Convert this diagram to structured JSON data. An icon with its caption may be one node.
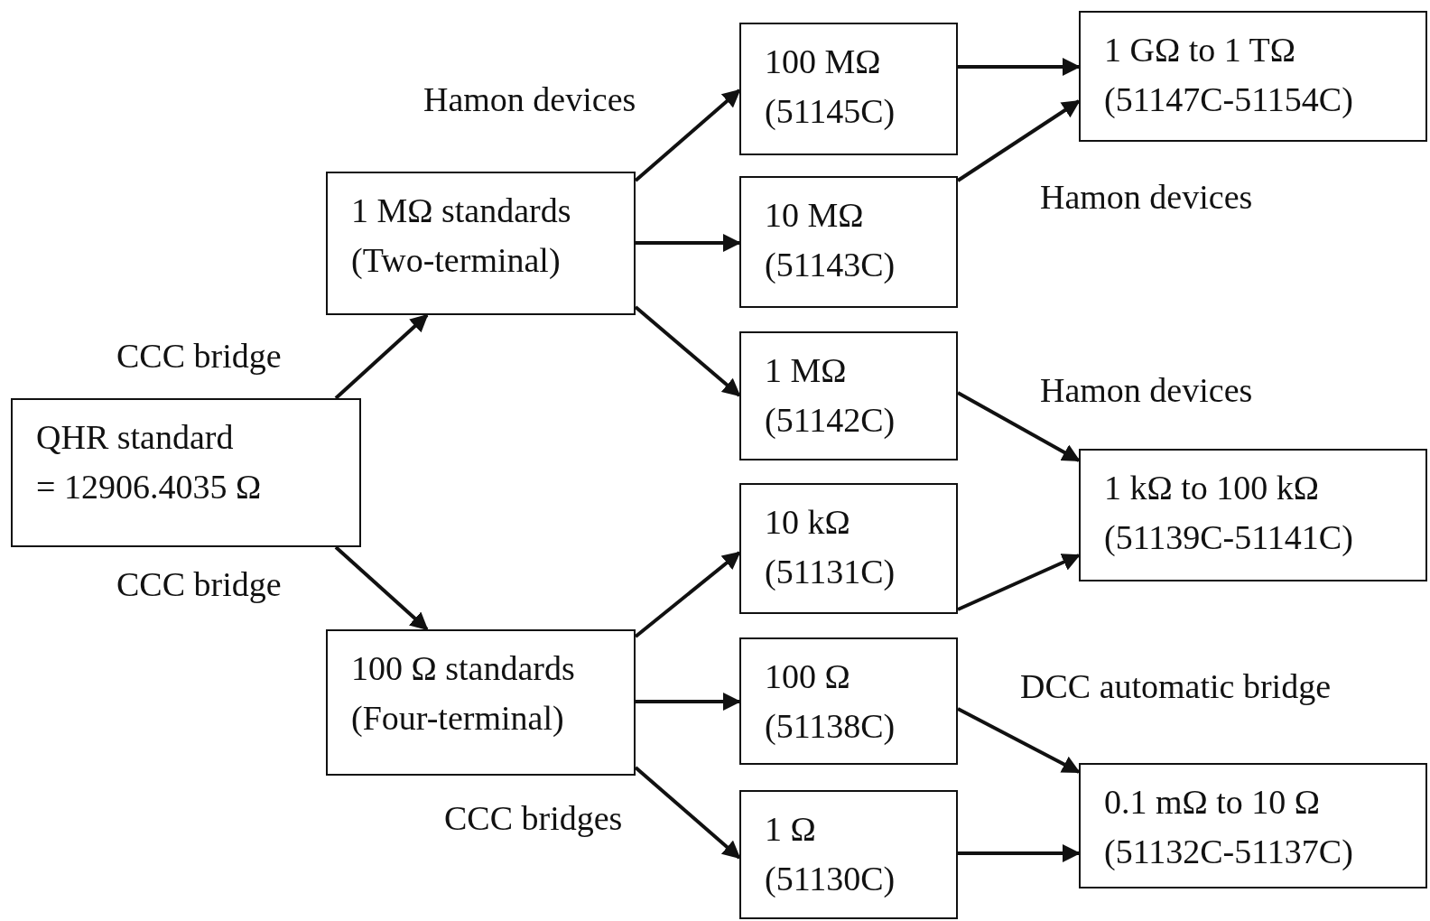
{
  "diagram": {
    "nodes": [
      {
        "text": [
          "QHR standard",
          "= 12906.4035 Ω"
        ]
      },
      {
        "text": [
          "1 MΩ standards",
          "(Two-terminal)"
        ]
      },
      {
        "text": [
          "100 Ω standards",
          "(Four-terminal)"
        ]
      },
      {
        "text": [
          "100 MΩ",
          "(51145C)"
        ]
      },
      {
        "text": [
          "10 MΩ",
          "(51143C)"
        ]
      },
      {
        "text": [
          "1 MΩ",
          "(51142C)"
        ]
      },
      {
        "text": [
          "10 kΩ",
          "(51131C)"
        ]
      },
      {
        "text": [
          "100 Ω",
          "(51138C)"
        ]
      },
      {
        "text": [
          "1 Ω",
          "(51130C)"
        ]
      },
      {
        "text": [
          "1 GΩ to 1 TΩ",
          "(51147C-51154C)"
        ]
      },
      {
        "text": [
          "1 kΩ to 100 kΩ",
          "(51139C-51141C)"
        ]
      },
      {
        "text": [
          "0.1 mΩ to 10 Ω",
          "(51132C-51137C)"
        ]
      }
    ],
    "edges": [
      {
        "from": 0,
        "to": 1,
        "arrow": "to",
        "label": "CCC bridge"
      },
      {
        "from": 0,
        "to": 2,
        "arrow": "to",
        "label": "CCC bridge"
      },
      {
        "from": 1,
        "to": 3,
        "arrow": "to",
        "label": "Hamon devices"
      },
      {
        "from": 1,
        "to": 4,
        "arrow": "to"
      },
      {
        "from": 1,
        "to": 5,
        "arrow": "to"
      },
      {
        "from": 2,
        "to": 6,
        "arrow": "to"
      },
      {
        "from": 2,
        "to": 7,
        "arrow": "to"
      },
      {
        "from": 2,
        "to": 8,
        "arrow": "to",
        "label": "CCC bridges"
      },
      {
        "from": 3,
        "to": 9,
        "arrow": "to"
      },
      {
        "from": 4,
        "to": 9,
        "arrow": "to",
        "label": "Hamon devices"
      },
      {
        "from": 5,
        "to": 10,
        "arrow": "to",
        "label": "Hamon devices"
      },
      {
        "from": 6,
        "to": 10,
        "arrow": "to"
      },
      {
        "from": 7,
        "to": 11,
        "arrow": "to",
        "label": "DCC automatic bridge"
      },
      {
        "from": 8,
        "to": 11,
        "arrow": "to"
      }
    ]
  }
}
